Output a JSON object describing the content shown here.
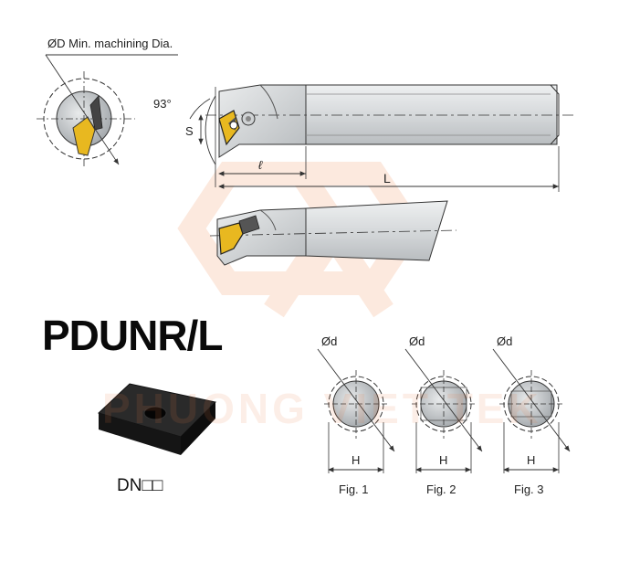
{
  "labels": {
    "min_dia": "ØD Min. machining Dia.",
    "angle": "93°",
    "s": "S",
    "l_small": "ℓ",
    "l_big": "L",
    "title": "PDUNR/L",
    "insert_code": "DN□□",
    "fig1_d": "Ød",
    "fig2_d": "Ød",
    "fig3_d": "Ød",
    "fig1_h": "H",
    "fig2_h": "H",
    "fig3_h": "H",
    "fig1": "Fig. 1",
    "fig2": "Fig. 2",
    "fig3": "Fig. 3",
    "watermark": "PHUONG VIET TEK"
  },
  "colors": {
    "shank": "#d9dcde",
    "shank_dark": "#a9aeb2",
    "insert_gold": "#e8b820",
    "insert_black": "#1b1b1b",
    "watermark": "#f0a080"
  }
}
